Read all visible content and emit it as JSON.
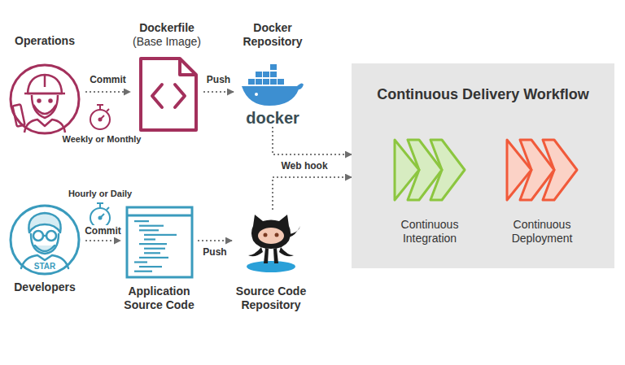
{
  "diagram": {
    "nodes": [
      {
        "text": [
          "Operations"
        ]
      },
      {
        "text": [
          "Dockerfile",
          "(Base Image)"
        ]
      },
      {
        "text": [
          "Docker Repository",
          "docker"
        ]
      },
      {
        "text": [
          "Continuous Delivery Workflow"
        ]
      },
      {
        "text": [
          "Continuous Integration"
        ],
        "in": 3
      },
      {
        "text": [
          "Continuous Deployment"
        ],
        "in": 3
      },
      {
        "text": [
          "STAR",
          "Developers"
        ]
      },
      {
        "text": [
          "Application Source Code"
        ]
      },
      {
        "text": [
          "Source Code Repository"
        ]
      }
    ],
    "edges": [
      {
        "from": 0,
        "to": 1,
        "arrow": "to",
        "label": "Commit"
      },
      {
        "from": 1,
        "to": 2,
        "arrow": "to",
        "label": "Push"
      },
      {
        "from": 2,
        "to": 3,
        "arrow": "to",
        "label": "Web hook"
      },
      {
        "from": 6,
        "to": 7,
        "arrow": "to",
        "label": "Commit"
      },
      {
        "from": 7,
        "to": 8,
        "arrow": "to",
        "label": "Push"
      },
      {
        "from": 8,
        "to": 3,
        "arrow": "to"
      }
    ],
    "labels": [
      "Weekly or Monthly",
      "Hourly or Daily"
    ]
  }
}
